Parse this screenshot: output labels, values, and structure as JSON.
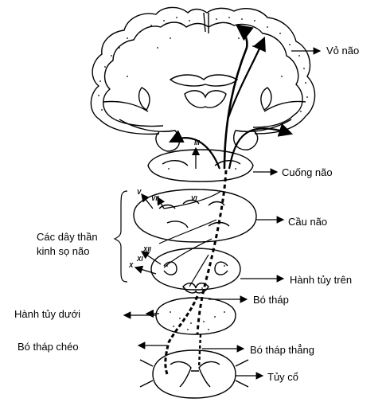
{
  "labels": {
    "cortex": "Vỏ não",
    "cerebral_peduncle": "Cuống não",
    "pons": "Cầu não",
    "cranial_nerves_line1": "Các dây thần",
    "cranial_nerves_line2": "kinh sọ não",
    "upper_medulla": "Hành tủy trên",
    "pyramid": "Bó tháp",
    "lower_medulla": "Hành tủy dưới",
    "crossed_pyramidal_tract": "Bó tháp chéo",
    "direct_pyramidal_tract": "Bó tháp thẳng",
    "cervical_cord": "Tủy cổ"
  },
  "nerve_numerals": {
    "n3": "III",
    "n5": "V",
    "n6": "VI",
    "n7": "VII",
    "n12": "XII",
    "n11": "XI",
    "n10": "X"
  }
}
